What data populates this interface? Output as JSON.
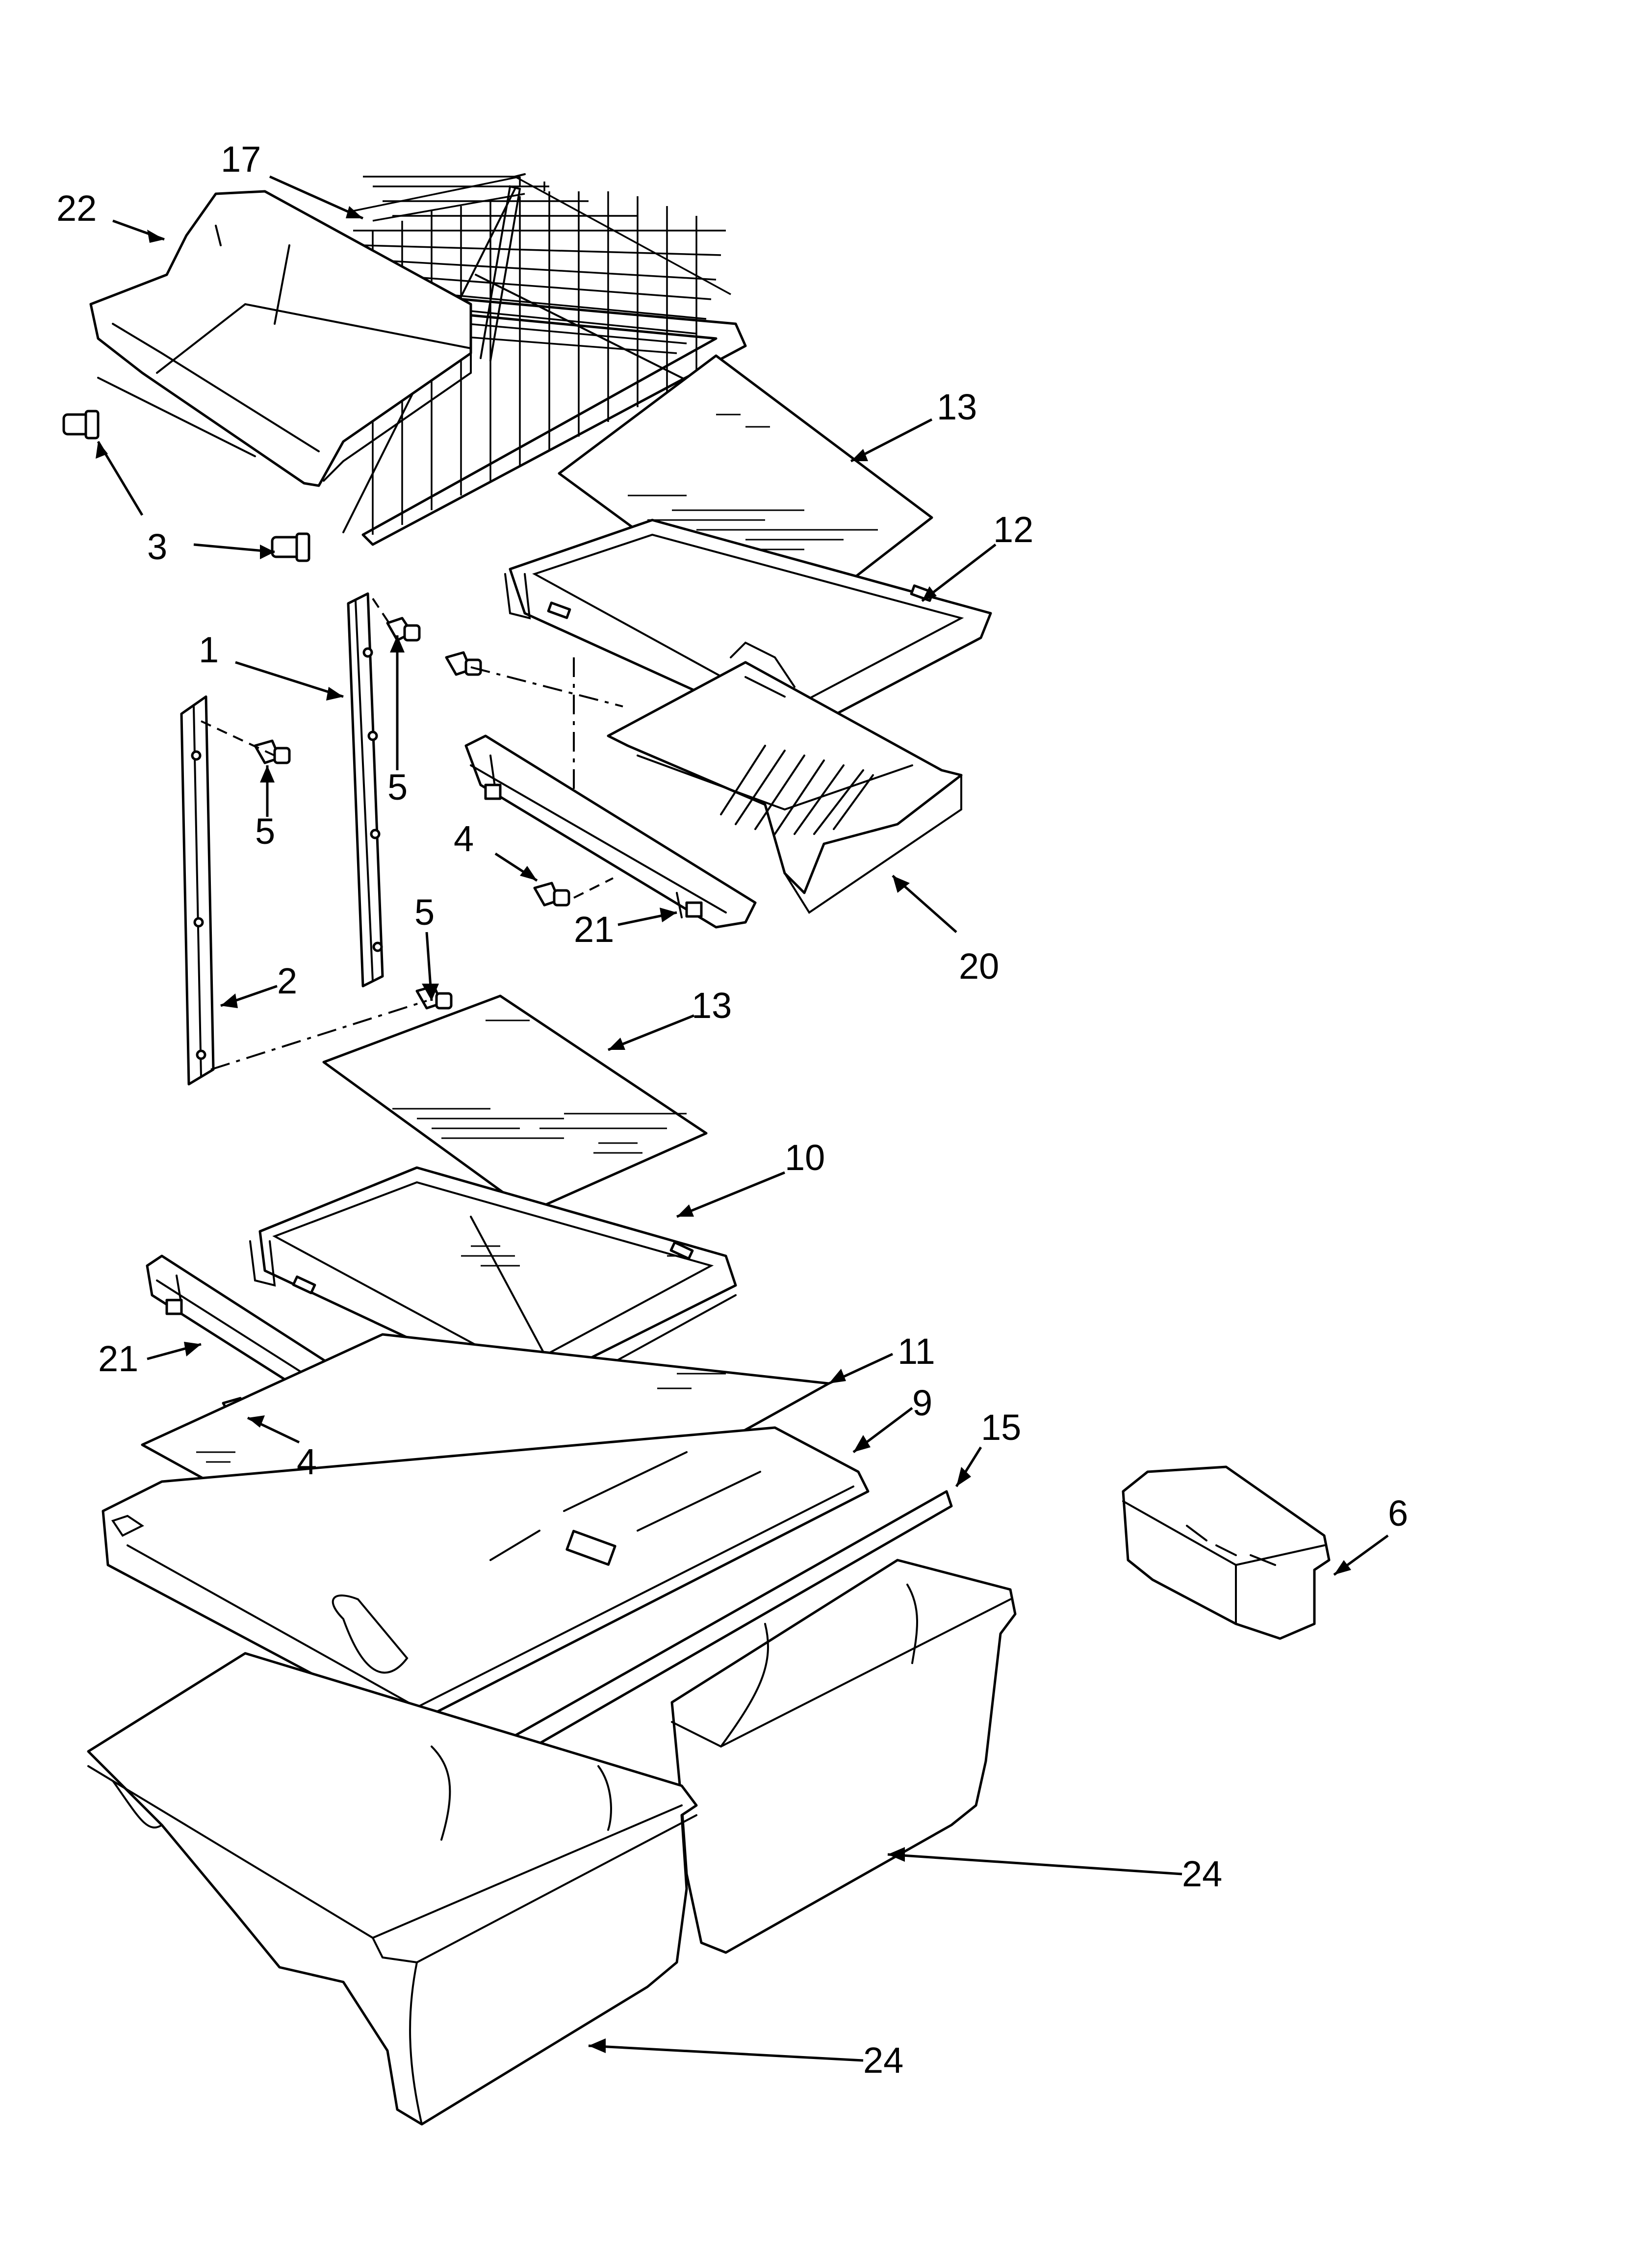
{
  "diagram": {
    "type": "exploded-parts-view",
    "callouts": [
      {
        "id": "c17",
        "label": "17"
      },
      {
        "id": "c22",
        "label": "22"
      },
      {
        "id": "c13a",
        "label": "13"
      },
      {
        "id": "c12",
        "label": "12"
      },
      {
        "id": "c3",
        "label": "3"
      },
      {
        "id": "c1",
        "label": "1"
      },
      {
        "id": "c5a",
        "label": "5"
      },
      {
        "id": "c5b",
        "label": "5"
      },
      {
        "id": "c5c",
        "label": "5"
      },
      {
        "id": "c4a",
        "label": "4"
      },
      {
        "id": "c21a",
        "label": "21"
      },
      {
        "id": "c20",
        "label": "20"
      },
      {
        "id": "c2",
        "label": "2"
      },
      {
        "id": "c13b",
        "label": "13"
      },
      {
        "id": "c10",
        "label": "10"
      },
      {
        "id": "c21b",
        "label": "21"
      },
      {
        "id": "c11",
        "label": "11"
      },
      {
        "id": "c9",
        "label": "9"
      },
      {
        "id": "c15",
        "label": "15"
      },
      {
        "id": "c4b",
        "label": "4"
      },
      {
        "id": "c6",
        "label": "6"
      },
      {
        "id": "c24a",
        "label": "24"
      },
      {
        "id": "c24b",
        "label": "24"
      }
    ]
  }
}
